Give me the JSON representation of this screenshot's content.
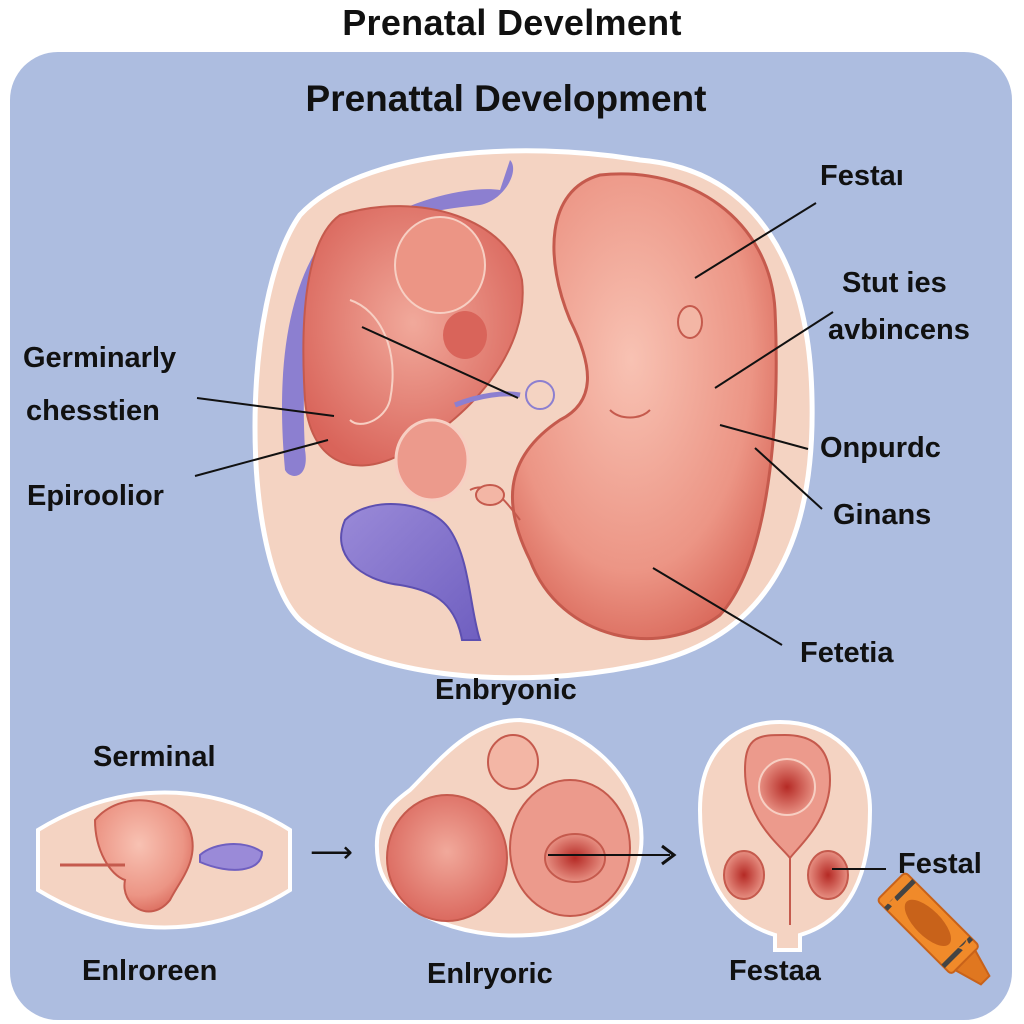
{
  "page": {
    "outer_title": "Prenatal Develment",
    "panel_title": "Prenattal Development"
  },
  "main_diagram": {
    "left_labels": [
      {
        "text": "Germinarly"
      },
      {
        "text": "chesstien"
      },
      {
        "text": "Epiroolior"
      }
    ],
    "right_labels": [
      {
        "text": "Festaı"
      },
      {
        "text": "Stut ies"
      },
      {
        "text": "avbincens"
      },
      {
        "text": "Onpurdc"
      },
      {
        "text": "Ginans"
      },
      {
        "text": "Fetetia"
      }
    ]
  },
  "stages": [
    {
      "top_label": "Serminal",
      "bottom_label": "Enlroreen"
    },
    {
      "top_label": "Enbryonic",
      "bottom_label": "Enlryoric"
    },
    {
      "top_label": "",
      "bottom_label": "Festaa",
      "side_label": "Festal"
    }
  ],
  "icons": {
    "crayon": "crayon-icon",
    "sparkle": "sparkle-icon",
    "arrow": "arrow-right-icon"
  },
  "colors": {
    "panel_bg": "#adbde0",
    "womb_bg": "#f4d3c2",
    "flesh": "#ec9a8c",
    "flesh_dark": "#c55a4d",
    "purple": "#8c7fd0",
    "crayon_orange": "#f08a2a"
  }
}
